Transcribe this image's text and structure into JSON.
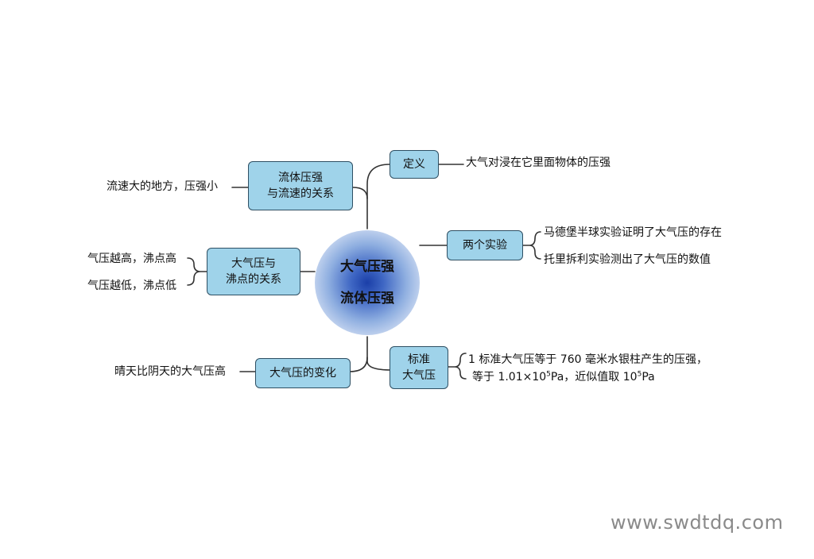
{
  "center": {
    "line1": "大气压强",
    "line2": "流体压强"
  },
  "nodes": {
    "definition": "定义",
    "fluid": {
      "line1": "流体压强",
      "line2": "与流速的关系"
    },
    "boiling": {
      "line1": "大气压与",
      "line2": "沸点的关系"
    },
    "experiments": "两个实验",
    "change": "大气压的变化",
    "standard": {
      "line1": "标准",
      "line2": "大气压"
    }
  },
  "leaves": {
    "definition": "大气对浸在它里面物体的压强",
    "fluid": "流速大的地方，压强小",
    "boiling_high": "气压越高，沸点高",
    "boiling_low": "气压越低，沸点低",
    "experiment_1": "马德堡半球实验证明了大气压的存在",
    "experiment_2": "托里拆利实验测出了大气压的数值",
    "change": "晴天比阴天的大气压高",
    "standard_line1": "1 标准大气压等于 760 毫米水银柱产生的压强，",
    "standard_line2_a": "等于 1.01×10",
    "standard_sup_1": "5",
    "standard_line2_b": "Pa，近似值取 10",
    "standard_sup_2": "5",
    "standard_line2_c": "Pa"
  },
  "watermark": "www.swdtdq.com",
  "colors": {
    "node_fill": "#9fd3ea",
    "node_border": "#2e4f63",
    "connector": "#333333",
    "center_core": "#1b3fa8"
  }
}
